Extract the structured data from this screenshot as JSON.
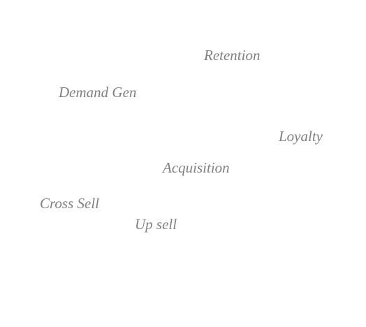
{
  "words": [
    {
      "text": "Retention"
    },
    {
      "text": "Demand Gen"
    },
    {
      "text": "Loyalty"
    },
    {
      "text": "Acquisition"
    },
    {
      "text": "Cross Sell"
    },
    {
      "text": "Up sell"
    }
  ],
  "colors": {
    "text": "#808080",
    "background": "#ffffff"
  }
}
